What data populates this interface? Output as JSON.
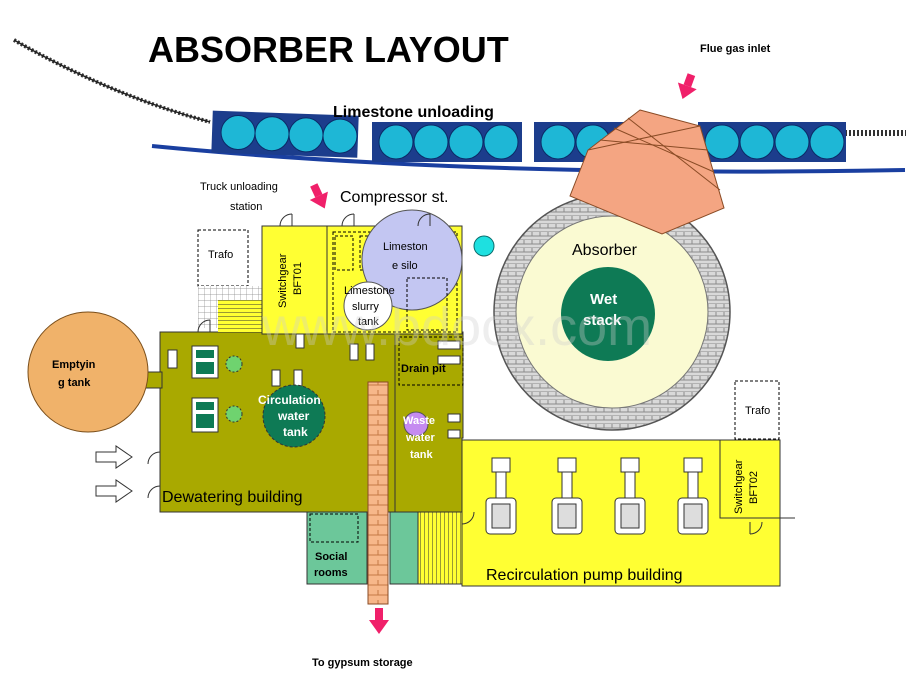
{
  "title": "ABSORBER LAYOUT",
  "labels": {
    "flue_gas_inlet": "Flue gas inlet",
    "limestone_unloading": "Limestone unloading",
    "truck_unloading_1": "Truck unloading",
    "truck_unloading_2": "station",
    "compressor_station": "Compressor st.",
    "trafo_top": "Trafo",
    "switchgear_bft01_a": "Switchgear",
    "switchgear_bft01_b": "BFT01",
    "limestone_silo_a": "Limeston",
    "limestone_silo_b": "e silo",
    "limestone_slurry_a": "Limestone",
    "limestone_slurry_b": "slurry",
    "limestone_slurry_c": "tank",
    "absorber": "Absorber",
    "wet_stack_a": "Wet",
    "wet_stack_b": "stack",
    "emptying_tank_a": "Emptyin",
    "emptying_tank_b": "g tank",
    "circulation_water_a": "Circulation",
    "circulation_water_b": "water",
    "circulation_water_c": "tank",
    "drain_pit": "Drain pit",
    "waste_water_a": "Waste",
    "waste_water_b": "water",
    "waste_water_c": "tank",
    "trafo_right": "Trafo",
    "switchgear_bft02_a": "Switchgear",
    "switchgear_bft02_b": "BFT02",
    "dewatering_building": "Dewatering building",
    "social_rooms_a": "Social",
    "social_rooms_b": "rooms",
    "recirculation_pump_building": "Recirculation pump building",
    "to_gypsum_storage": "To gypsum storage"
  },
  "watermark": "www.bdocx.com",
  "colors": {
    "rail_blue": "#1a3fa0",
    "wagon_dark": "#1c3d8c",
    "wagon_cyan": "#1eb7d6",
    "flue_duct": "#f4a582",
    "absorber_ring": "#b8b8b8",
    "absorber_inner": "#fafad2",
    "wet_stack": "#0e7a55",
    "olive": "#a9a900",
    "yellow": "#ffff33",
    "silo": "#c3c6f2",
    "emptying_tank": "#f0b26a",
    "social_green": "#6cc79a",
    "gypsum_conveyor": "#f7b78a",
    "arrow_pink": "#f0206a"
  },
  "icons": [
    "arrow-down-icon",
    "arrow-right-icon",
    "door-icon",
    "pump-icon"
  ]
}
